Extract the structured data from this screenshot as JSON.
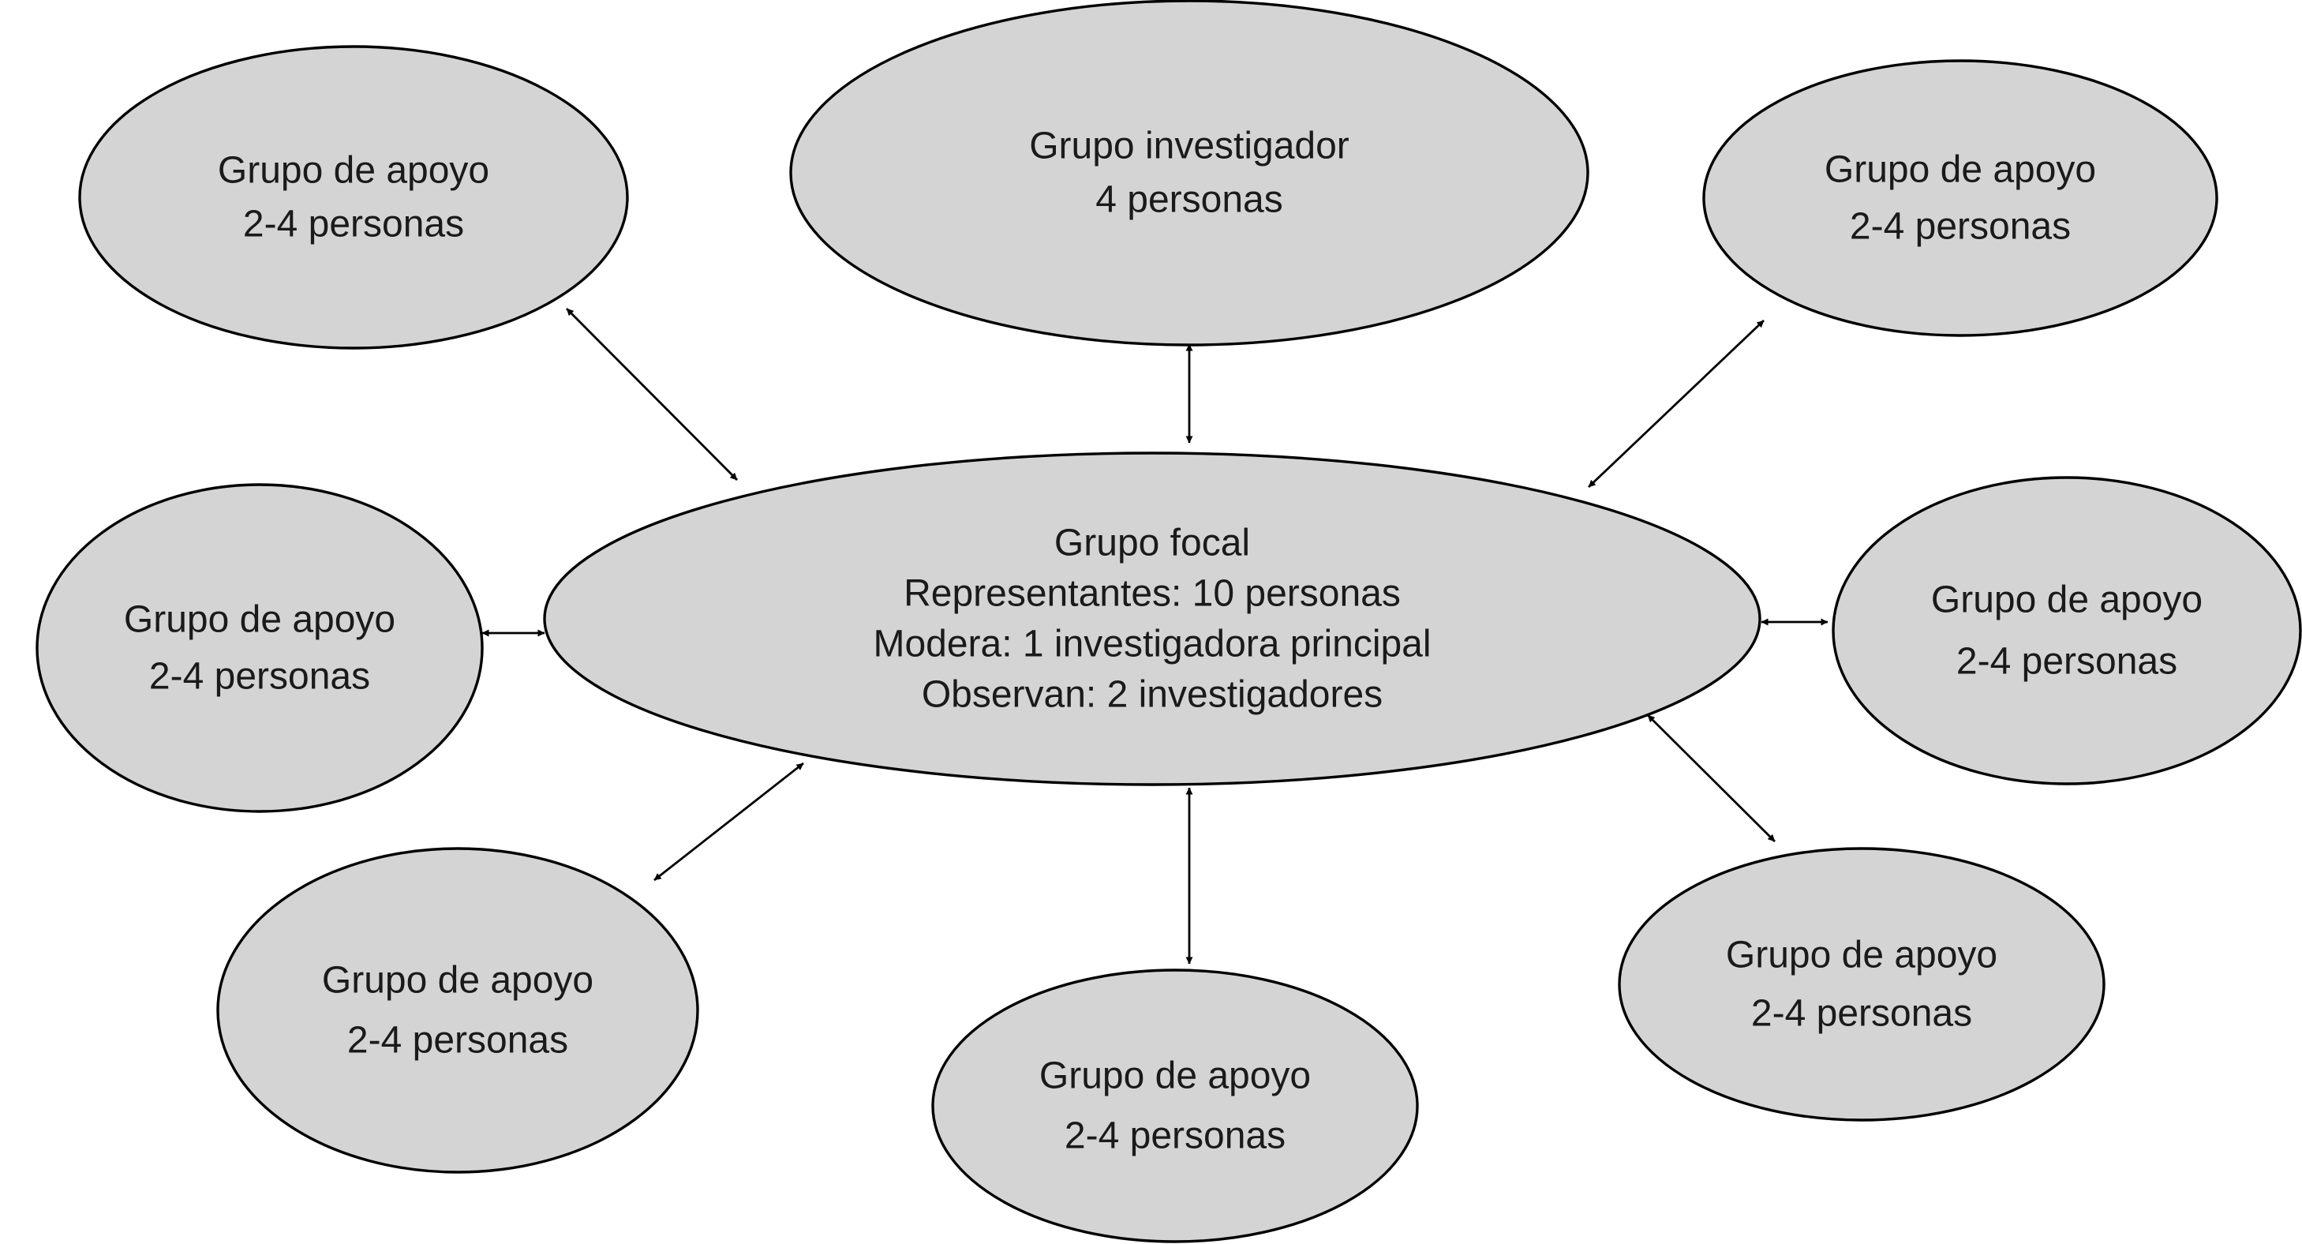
{
  "diagram": {
    "colors": {
      "node_fill": "#d4d4d4",
      "node_stroke": "#000000",
      "edge": "#000000",
      "text": "#1a1a1a"
    },
    "nodes": [
      {
        "id": "grupo-focal",
        "lines": [
          "Grupo focal",
          "Representantes: 10 personas",
          "Modera: 1 investigadora principal",
          "Observan: 2 investigadores"
        ]
      },
      {
        "id": "grupo-investigador",
        "lines": [
          "Grupo investigador",
          "4 personas"
        ]
      },
      {
        "id": "apoyo-top-left",
        "lines": [
          "Grupo de apoyo",
          "2-4 personas"
        ]
      },
      {
        "id": "apoyo-top-right",
        "lines": [
          "Grupo de apoyo",
          "2-4 personas"
        ]
      },
      {
        "id": "apoyo-mid-left",
        "lines": [
          "Grupo de apoyo",
          "2-4 personas"
        ]
      },
      {
        "id": "apoyo-mid-right",
        "lines": [
          "Grupo de apoyo",
          "2-4 personas"
        ]
      },
      {
        "id": "apoyo-bottom-left",
        "lines": [
          "Grupo de apoyo",
          "2-4 personas"
        ]
      },
      {
        "id": "apoyo-bottom-center",
        "lines": [
          "Grupo de apoyo",
          "2-4 personas"
        ]
      },
      {
        "id": "apoyo-bottom-right",
        "lines": [
          "Grupo de apoyo",
          "2-4 personas"
        ]
      }
    ],
    "edges": [
      {
        "from": "grupo-focal",
        "to": "grupo-investigador",
        "direction": "both"
      },
      {
        "from": "grupo-focal",
        "to": "apoyo-top-left",
        "direction": "both"
      },
      {
        "from": "grupo-focal",
        "to": "apoyo-top-right",
        "direction": "both"
      },
      {
        "from": "grupo-focal",
        "to": "apoyo-mid-left",
        "direction": "both"
      },
      {
        "from": "grupo-focal",
        "to": "apoyo-mid-right",
        "direction": "both"
      },
      {
        "from": "grupo-focal",
        "to": "apoyo-bottom-left",
        "direction": "both"
      },
      {
        "from": "grupo-focal",
        "to": "apoyo-bottom-center",
        "direction": "both"
      },
      {
        "from": "grupo-focal",
        "to": "apoyo-bottom-right",
        "direction": "both"
      }
    ]
  }
}
